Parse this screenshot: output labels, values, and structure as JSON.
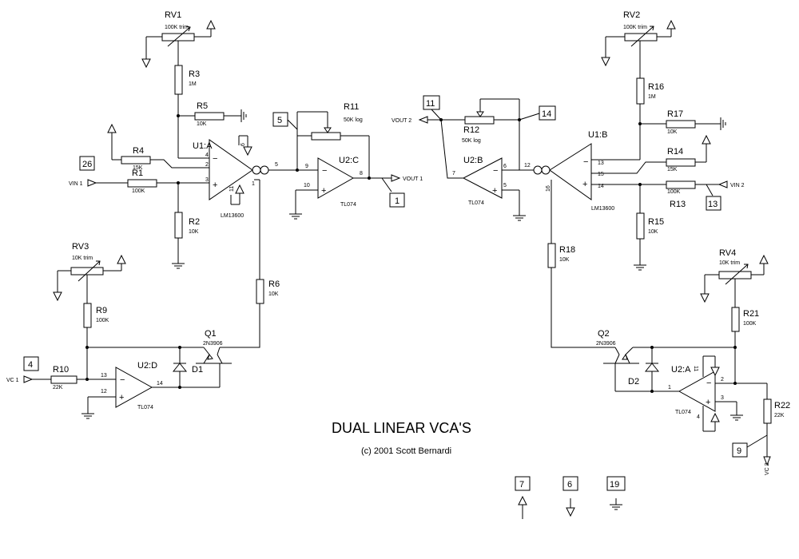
{
  "title": "DUAL LINEAR VCA'S",
  "copyright": "(c) 2001 Scott Bernardi",
  "components": {
    "RV1": {
      "ref": "RV1",
      "value": "100K trim"
    },
    "RV2": {
      "ref": "RV2",
      "value": "100K trim"
    },
    "RV3": {
      "ref": "RV3",
      "value": "10K trim"
    },
    "RV4": {
      "ref": "RV4",
      "value": "10K trim"
    },
    "R1": {
      "ref": "R1",
      "value": "100K"
    },
    "R2": {
      "ref": "R2",
      "value": "10K"
    },
    "R3": {
      "ref": "R3",
      "value": "1M"
    },
    "R4": {
      "ref": "R4",
      "value": "15K"
    },
    "R5": {
      "ref": "R5",
      "value": "10K"
    },
    "R6": {
      "ref": "R6",
      "value": "10K"
    },
    "R9": {
      "ref": "R9",
      "value": "100K"
    },
    "R10": {
      "ref": "R10",
      "value": "22K"
    },
    "R11": {
      "ref": "R11",
      "value": "50K log"
    },
    "R12": {
      "ref": "R12",
      "value": "50K log"
    },
    "R13": {
      "ref": "R13",
      "value": "100K"
    },
    "R14": {
      "ref": "R14",
      "value": "15K"
    },
    "R15": {
      "ref": "R15",
      "value": "10K"
    },
    "R16": {
      "ref": "R16",
      "value": "1M"
    },
    "R17": {
      "ref": "R17",
      "value": "10K"
    },
    "R18": {
      "ref": "R18",
      "value": "10K"
    },
    "R21": {
      "ref": "R21",
      "value": "100K"
    },
    "R22": {
      "ref": "R22",
      "value": "22K"
    },
    "U1A": {
      "ref": "U1:A",
      "value": "LM13600"
    },
    "U1B": {
      "ref": "U1:B",
      "value": "LM13600"
    },
    "U2A": {
      "ref": "U2:A",
      "value": "TL074"
    },
    "U2B": {
      "ref": "U2:B",
      "value": "TL074"
    },
    "U2C": {
      "ref": "U2:C",
      "value": "TL074"
    },
    "U2D": {
      "ref": "U2:D",
      "value": "TL074"
    },
    "Q1": {
      "ref": "Q1",
      "value": "2N3906"
    },
    "Q2": {
      "ref": "Q2",
      "value": "2N3906"
    },
    "D1": {
      "ref": "D1"
    },
    "D2": {
      "ref": "D2"
    }
  },
  "ports": {
    "vin1": "VIN 1",
    "vin2": "VIN 2",
    "vout1": "VOUT 1",
    "vout2": "VOUT 2",
    "vc1": "VC 1",
    "vc2": "VC 2"
  },
  "connectors": {
    "c26": "26",
    "c5": "5",
    "c1": "1",
    "c11": "11",
    "c14": "14",
    "c13": "13",
    "c4": "4",
    "c9": "9",
    "c7": "7",
    "c6": "6",
    "c19": "19"
  },
  "pins": {
    "p4": "4",
    "p2": "2",
    "p3": "3",
    "p5": "5",
    "p6": "6",
    "p11": "11",
    "p1": "1",
    "p9": "9",
    "p10": "10",
    "p8": "8",
    "u2b7": "7",
    "u2b6": "6",
    "u2b5": "5",
    "p12": "12",
    "p16": "16",
    "p13": "13",
    "p15": "15",
    "p14": "14",
    "u2d13": "13",
    "u2d12": "12",
    "u2d14": "14",
    "u2a2": "2",
    "u2a3": "3",
    "u2a1": "1",
    "u2a11": "11",
    "u2a4": "4"
  }
}
